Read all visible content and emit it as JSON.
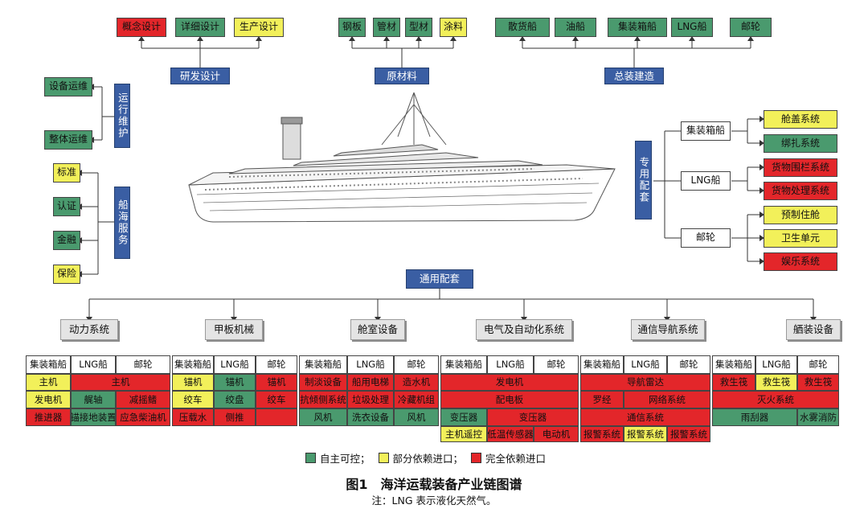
{
  "colors": {
    "green": "#4a9a6e",
    "red": "#e3262a",
    "yellow": "#f2f05a",
    "blue": "#3a5ea3",
    "grey": "#e4e4e4"
  },
  "top": {
    "design": {
      "label": "研发设计",
      "items": [
        "概念设计",
        "详细设计",
        "生产设计"
      ]
    },
    "materials": {
      "label": "原材料",
      "items": [
        "钢板",
        "管材",
        "型材",
        "涂料"
      ]
    },
    "assembly": {
      "label": "总装建造",
      "items": [
        "散货船",
        "油船",
        "集装箱船",
        "LNG船",
        "邮轮"
      ]
    }
  },
  "left": {
    "ops": {
      "label": "运行维护",
      "items": [
        "设备运维",
        "整体运维"
      ]
    },
    "service": {
      "label": "船海服务",
      "items": [
        "标准",
        "认证",
        "金融",
        "保险"
      ]
    }
  },
  "right": {
    "label": "专用配套",
    "ships": [
      "集装箱船",
      "LNG船",
      "邮轮"
    ],
    "items": [
      "舱盖系统",
      "绑扎系统",
      "货物围栏系统",
      "货物处理系统",
      "预制住舱",
      "卫生单元",
      "娱乐系统"
    ]
  },
  "general": {
    "label": "通用配套",
    "categories": [
      "动力系统",
      "甲板机械",
      "舱室设备",
      "电气及自动化系统",
      "通信导航系统",
      "舾装设备"
    ]
  },
  "table_headers": [
    "集装箱船",
    "LNG船",
    "邮轮"
  ],
  "tables": {
    "power": [
      "主机",
      "主机",
      "发电机",
      "艉轴",
      "减摇鳍",
      "推进器",
      "锚接地装置",
      "应急柴油机"
    ],
    "deck": [
      "锚机",
      "锚机",
      "锚机",
      "绞车",
      "绞盘",
      "绞车",
      "压载水",
      "侧推"
    ],
    "cabin": [
      "制淡设备",
      "船用电梯",
      "造水机",
      "抗倾侧系统",
      "垃圾处理",
      "冷藏机组",
      "风机",
      "洗衣设备",
      "风机"
    ],
    "electric": [
      "发电机",
      "配电板",
      "变压器",
      "变压器",
      "主机遥控",
      "低温传感器",
      "电动机"
    ],
    "comm": [
      "导航雷达",
      "罗经",
      "网络系统",
      "通信系统",
      "报警系统",
      "报警系统",
      "报警系统"
    ],
    "outfit": [
      "救生筏",
      "救生筏",
      "救生筏",
      "灭火系统",
      "雨刮器",
      "水雾消防"
    ]
  },
  "legend": [
    "自主可控；",
    "部分依赖进口；",
    "完全依赖进口"
  ],
  "caption": {
    "title": "图1　海洋运载装备产业链图谱",
    "note": "注：LNG 表示液化天然气。"
  }
}
